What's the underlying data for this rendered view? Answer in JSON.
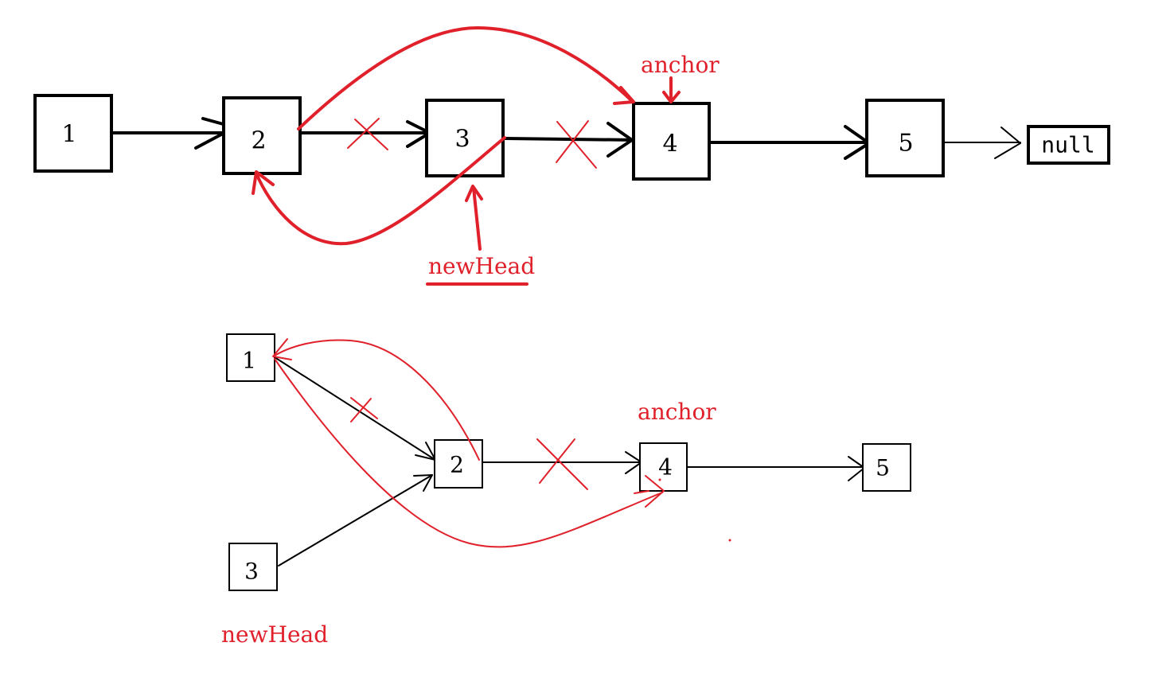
{
  "top_diagram": {
    "nodes": [
      "1",
      "2",
      "3",
      "4",
      "5"
    ],
    "null_label": "null",
    "anchor_label": "anchor",
    "new_head_label": "newHead"
  },
  "bottom_diagram": {
    "nodes": [
      "1",
      "2",
      "3",
      "4",
      "5"
    ],
    "anchor_label": "anchor",
    "new_head_label": "newHead"
  },
  "colors": {
    "ink": "#000000",
    "annotation": "#e0202a",
    "background": "#ffffff"
  }
}
